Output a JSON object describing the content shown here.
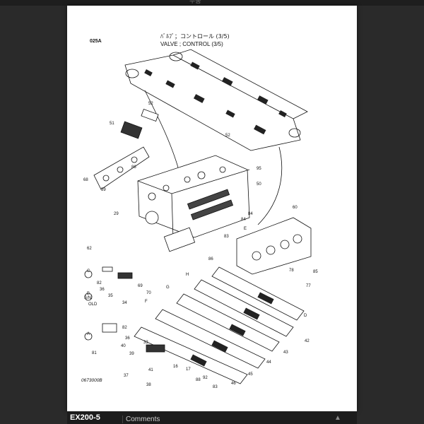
{
  "viewer": {
    "top_title": "부품"
  },
  "diagram": {
    "figure_code": "025A",
    "title_jp": "ﾊﾞﾙﾌﾞ；コントロール (3/5)",
    "title_en": "VALVE ; CONTROL (3/5)",
    "drawing_number": "0673000B",
    "callouts": [
      "52",
      "51",
      "52",
      "95",
      "50",
      "60",
      "86",
      "68",
      "59",
      "29",
      "62",
      "86",
      "C",
      "B",
      "A",
      "D",
      "E",
      "F",
      "G",
      "H",
      "82",
      "36",
      "34",
      "35",
      "69",
      "70",
      "S/N:",
      "OLD",
      "82",
      "36",
      "81",
      "40",
      "37",
      "38",
      "41",
      "39",
      "33",
      "17",
      "16",
      "88",
      "92",
      "83",
      "46",
      "45",
      "44",
      "43",
      "42",
      "77",
      "85",
      "78",
      "84",
      "84",
      "83"
    ]
  },
  "footer": {
    "model": "EX200-5",
    "comments_tab": "Comments",
    "scroll_icon": "chevron-up-icon"
  }
}
